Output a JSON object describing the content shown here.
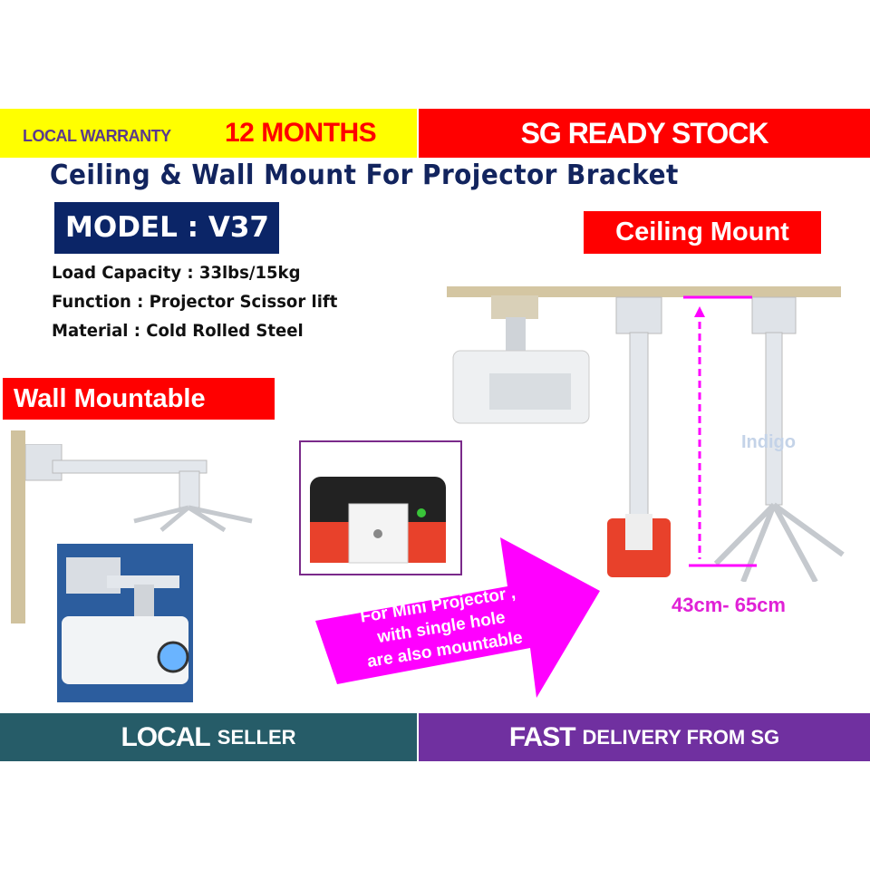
{
  "top_banner": {
    "warranty_label": "LOCAL WARRANTY",
    "warranty_period": "12 MONTHS",
    "stock_label": "SG READY STOCK"
  },
  "title": "Ceiling & Wall  Mount For Projector Bracket",
  "model": "MODEL : V37",
  "specs": [
    "Load Capacity : 33lbs/15kg",
    "Function : Projector Scissor lift",
    "Material : Cold Rolled Steel"
  ],
  "labels": {
    "ceiling_mount": "Ceiling Mount",
    "wall_mountable": "Wall Mountable",
    "range": "43cm- 65cm",
    "watermark": "Indigo"
  },
  "arrow_text": [
    "For Mini Projector ,",
    "with single hole",
    "are also mountable"
  ],
  "bottom_banner": {
    "left_big": "LOCAL",
    "left_small": "SELLER",
    "right_big": "FAST",
    "right_small": "DELIVERY FROM SG"
  },
  "colors": {
    "yellow": "#ffff00",
    "red": "#ff0000",
    "navy": "#0b2567",
    "magenta": "#ff00ff",
    "teal": "#265c68",
    "purple": "#7030a0"
  }
}
